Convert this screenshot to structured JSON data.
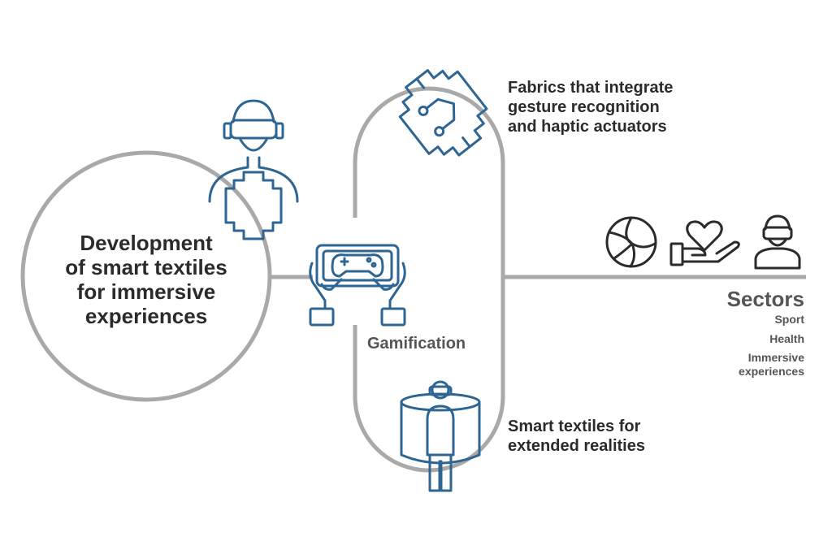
{
  "colors": {
    "line_gray": "#a9a9a9",
    "icon_blue": "#2f6593",
    "icon_dark": "#2b2b2b",
    "text_dark": "#2b2b2b",
    "text_gray": "#555555"
  },
  "center_title": "Development\nof smart textiles\nfor immersive\nexperiences",
  "branch_top": {
    "label": "Fabrics that integrate\ngesture recognition\nand haptic actuators",
    "icon": "fabric-circuit-icon"
  },
  "branch_bottom": {
    "label": "Smart textiles for\nextended realities",
    "icon": "vr-person-cylinder-icon"
  },
  "gamification": {
    "label": "Gamification",
    "icon": "game-controller-hands-icon"
  },
  "vr_person_icon": "vr-headset-person-icon",
  "sectors": {
    "title": "Sectors",
    "items": [
      "Sport",
      "Health",
      "Immersive\nexperiences"
    ],
    "icons": [
      "ball-icon",
      "heart-hand-icon",
      "vr-user-icon"
    ]
  }
}
